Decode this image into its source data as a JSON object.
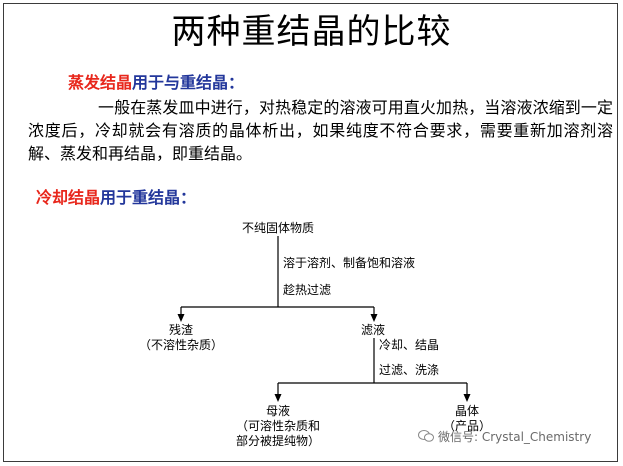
{
  "title": "两种重结晶的比较",
  "section1": {
    "highlight": "蒸发结晶",
    "rest": "用于与重结晶：",
    "paragraph": "一般在蒸发皿中进行，对热稳定的溶液可用直火加热，当溶液浓缩到一定浓度后，冷却就会有溶质的晶体析出，如果纯度不符合要求，需要重新加溶剂溶解、蒸发和再结晶，即重结晶。"
  },
  "section2": {
    "highlight": "冷却结晶",
    "rest": "用于重结晶："
  },
  "diagram": {
    "root": "不纯固体物质",
    "step1": "溶于溶剂、制备饱和溶液",
    "step2": "趁热过滤",
    "residue": "残渣",
    "residue_note": "（不溶性杂质）",
    "filtrate": "滤液",
    "step3": "冷却、结晶",
    "step4": "过滤、洗涤",
    "mother_liquor": "母液",
    "mother_note1": "（可溶性杂质和",
    "mother_note2": "部分被提纯物）",
    "crystal": "晶体",
    "crystal_note": "（产品）"
  },
  "watermark": "微信号: Crystal_Chemistry",
  "colors": {
    "red": "#e8271c",
    "blue": "#23379b"
  }
}
